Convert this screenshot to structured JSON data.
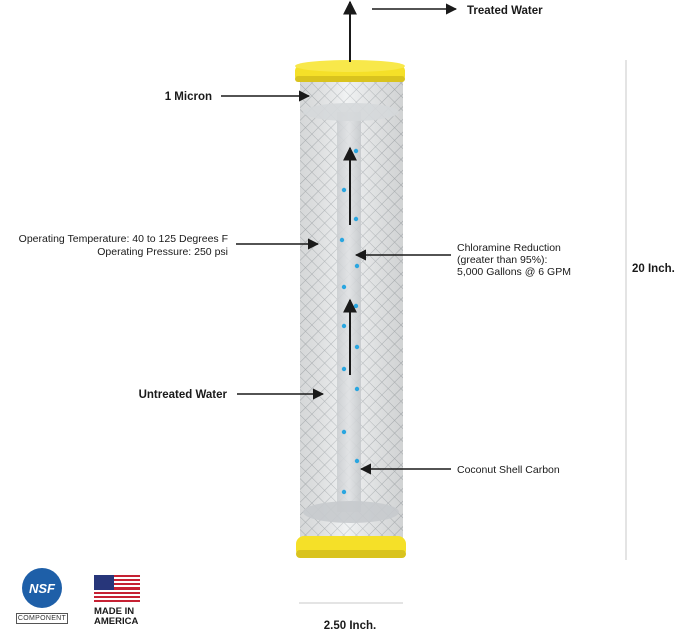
{
  "labels": {
    "treated_water": "Treated Water",
    "micron": "1 Micron",
    "operating_temperature": "Operating Temperature: 40 to 125 Degrees F",
    "operating_pressure": "Operating Pressure: 250 psi",
    "chloramine_line1": "Chloramine Reduction",
    "chloramine_line2": "(greater than 95%):",
    "chloramine_line3": "5,000 Gallons @ 6 GPM",
    "untreated_water": "Untreated Water",
    "coconut_shell": "Coconut Shell Carbon",
    "height": "20 Inch.",
    "width": "2.50 Inch."
  },
  "badges": {
    "nsf_logo": "NSF",
    "nsf_sub": "COMPONENT",
    "made_in_line1": "MADE IN",
    "made_in_line2": "AMERICA"
  },
  "colors": {
    "cap_yellow": "#f5e028",
    "mesh_gray": "#bfc3c6",
    "flow_blue": "#2aa6e0",
    "text": "#1a1a1a"
  }
}
